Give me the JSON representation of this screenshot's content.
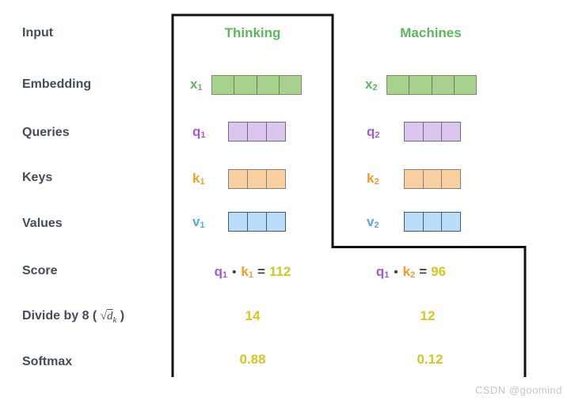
{
  "row_labels": {
    "input": "Input",
    "embedding": "Embedding",
    "queries": "Queries",
    "keys": "Keys",
    "values": "Values",
    "score": "Score",
    "divide": {
      "pre": "Divide by 8 ( ",
      "sqrt": "√",
      "radicand": "d",
      "sub": "k",
      "post": " )"
    },
    "softmax": "Softmax"
  },
  "columns": [
    {
      "title": "Thinking",
      "vectors": [
        {
          "name": "x",
          "sub": "1",
          "cells": 4
        },
        {
          "name": "q",
          "sub": "1",
          "cells": 3
        },
        {
          "name": "k",
          "sub": "1",
          "cells": 3
        },
        {
          "name": "v",
          "sub": "1",
          "cells": 3
        }
      ],
      "score": {
        "q": "q",
        "q_sub": "1",
        "dot": "•",
        "k": "k",
        "k_sub": "1",
        "equals": "=",
        "value": "112"
      },
      "divide_value": "14",
      "softmax_value": "0.88"
    },
    {
      "title": "Machines",
      "vectors": [
        {
          "name": "x",
          "sub": "2",
          "cells": 4
        },
        {
          "name": "q",
          "sub": "2",
          "cells": 3
        },
        {
          "name": "k",
          "sub": "2",
          "cells": 3
        },
        {
          "name": "v",
          "sub": "2",
          "cells": 3
        }
      ],
      "score": {
        "q": "q",
        "q_sub": "1",
        "dot": "•",
        "k": "k",
        "k_sub": "2",
        "equals": "=",
        "value": "96"
      },
      "divide_value": "12",
      "softmax_value": "0.12"
    }
  ],
  "colors": {
    "label_text": "#454c57",
    "green": "#5cb85c",
    "green_fill": "#a9d18e",
    "purple": "#a35ad5",
    "purple_fill": "#dcc6f0",
    "orange": "#f59a23",
    "orange_fill": "#fad0a0",
    "blue": "#55a4f2",
    "blue_fill": "#b8dcf9",
    "yellow": "#d2c81e",
    "outline": "#111111"
  },
  "watermark": "CSDN @goomind"
}
